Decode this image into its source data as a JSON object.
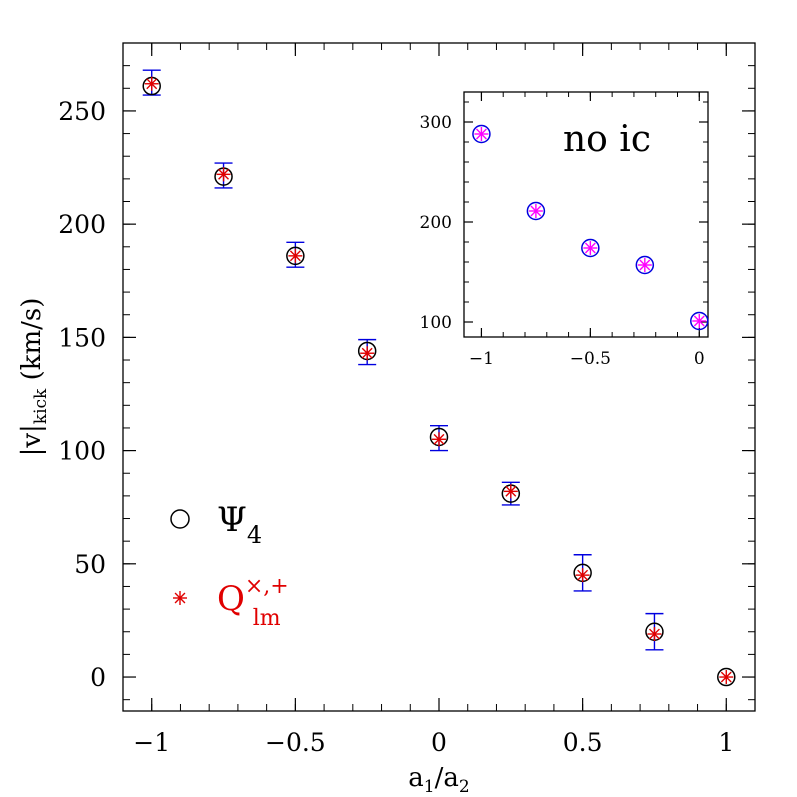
{
  "chart_data": [
    {
      "type": "scatter",
      "xlabel": "a1/a2",
      "ylabel": "|v|kick (km/s)",
      "xlim": [
        -1.1,
        1.1
      ],
      "ylim": [
        -15,
        280
      ],
      "xticks": [
        -1,
        -0.5,
        0,
        0.5,
        1
      ],
      "xtick_labels": [
        "−1",
        "−0.5",
        "0",
        "0.5",
        "1"
      ],
      "yticks": [
        0,
        50,
        100,
        150,
        200,
        250
      ],
      "ytick_labels": [
        "0",
        "50",
        "100",
        "150",
        "200",
        "250"
      ],
      "x": [
        -1,
        -0.75,
        -0.5,
        -0.25,
        0,
        0.25,
        0.5,
        0.75,
        1
      ],
      "error_low": [
        257,
        216,
        181,
        138,
        100,
        76,
        38,
        12,
        0
      ],
      "error_high": [
        268,
        227,
        192,
        149,
        111,
        86,
        54,
        28,
        0
      ],
      "series": [
        {
          "name": "Ψ4",
          "marker": "circle",
          "color": "#000000",
          "values": [
            261,
            221,
            186,
            144,
            106,
            81,
            46,
            20,
            0
          ]
        },
        {
          "name": "Q×,+lm",
          "marker": "asterisk",
          "color": "#e00000",
          "values": [
            262,
            222,
            186,
            143,
            105,
            82,
            45,
            19,
            0
          ]
        }
      ],
      "error_color": "#0000e0",
      "legend": {
        "position": "lower-left",
        "entries": [
          {
            "label": "Ψ",
            "subscript": "4",
            "superscript": "",
            "color": "#000000"
          },
          {
            "label": "Q",
            "subscript": "lm",
            "superscript": "×,+",
            "color": "#e00000"
          }
        ]
      }
    },
    {
      "type": "scatter",
      "inset": true,
      "annotation": "no ic",
      "xlim": [
        -1.08,
        0.04
      ],
      "ylim": [
        85,
        330
      ],
      "xticks": [
        -1,
        -0.5,
        0
      ],
      "xtick_labels": [
        "−1",
        "−0.5",
        "0"
      ],
      "yticks": [
        100,
        200,
        300
      ],
      "ytick_labels": [
        "100",
        "200",
        "300"
      ],
      "x": [
        -1,
        -0.75,
        -0.5,
        -0.25,
        0
      ],
      "series": [
        {
          "marker": "circle",
          "color": "#0000e0",
          "values": [
            288,
            211,
            174,
            157,
            101
          ]
        },
        {
          "marker": "asterisk",
          "color": "#ff00ff",
          "values": [
            288,
            211,
            174,
            157,
            101
          ]
        }
      ]
    }
  ]
}
